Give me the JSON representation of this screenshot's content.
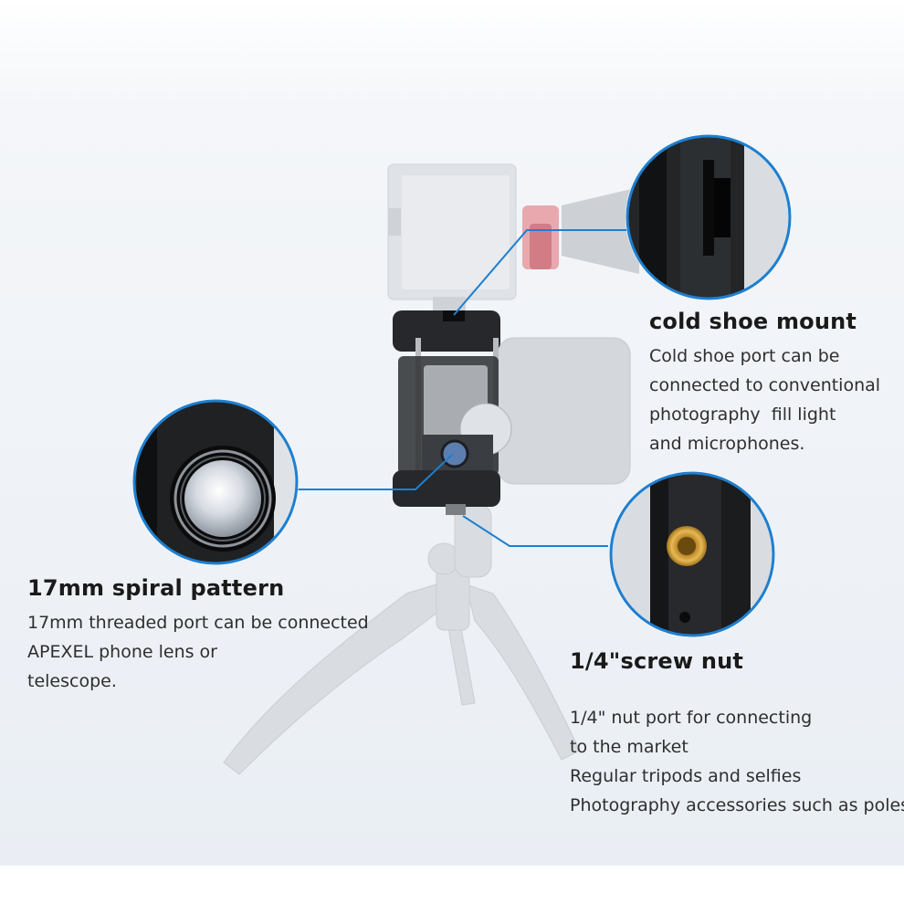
{
  "callouts": {
    "cold_shoe": {
      "title": "cold shoe mount",
      "lines": [
        "Cold shoe port can be",
        "connected to conventional",
        "photography  fill light",
        "and microphones."
      ]
    },
    "spiral": {
      "title": "17mm spiral pattern",
      "lines": [
        "17mm threaded port can be connected",
        "APEXEL phone lens or",
        "telescope."
      ]
    },
    "screw_nut": {
      "title": "1/4\"screw nut",
      "lines": [
        "1/4\" nut port for connecting",
        "to the market",
        "Regular tripods and selfies",
        "Photography accessories such as poles."
      ]
    }
  },
  "colors": {
    "accent_ring": "#1e7fd0",
    "background_top": "#ffffff",
    "background_bottom": "#eef2f7",
    "brass": "#c9952e"
  }
}
